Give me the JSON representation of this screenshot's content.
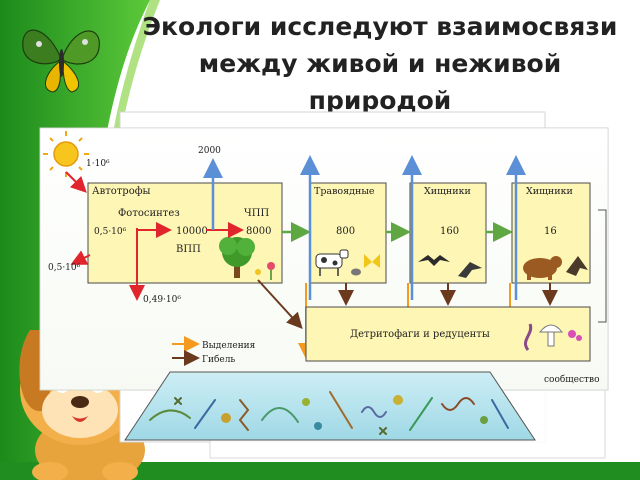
{
  "title": "Экологи исследуют взаимосвязи между живой и неживой природой",
  "diagram": {
    "sun_energy": "1·10⁶",
    "reflected": "0,5·10⁶",
    "absorbed": "0,49·10⁶",
    "autotrophs": {
      "label": "Автотрофы",
      "photosynthesis": "Фотосинтез",
      "chp": "ЧПП",
      "input": "0,5·10⁶",
      "gross": "10000",
      "net": "8000",
      "vpp": "ВПП"
    },
    "respiration_top": "2000",
    "herbivores": {
      "label": "Травоядные",
      "value": "800"
    },
    "predators1": {
      "label": "Хищники",
      "value": "160"
    },
    "predators2": {
      "label": "Хищники",
      "value": "16"
    },
    "decomposers": "Детритофаги и редуценты",
    "legend": {
      "excretion": "Выделения",
      "death": "Гибель"
    },
    "community": "сообщество",
    "colors": {
      "red": "#e0262c",
      "blue": "#5b8fd6",
      "green": "#5fa742",
      "orange": "#f39a1f",
      "brown": "#6b3a1e",
      "box": "#fdf6b5"
    }
  }
}
